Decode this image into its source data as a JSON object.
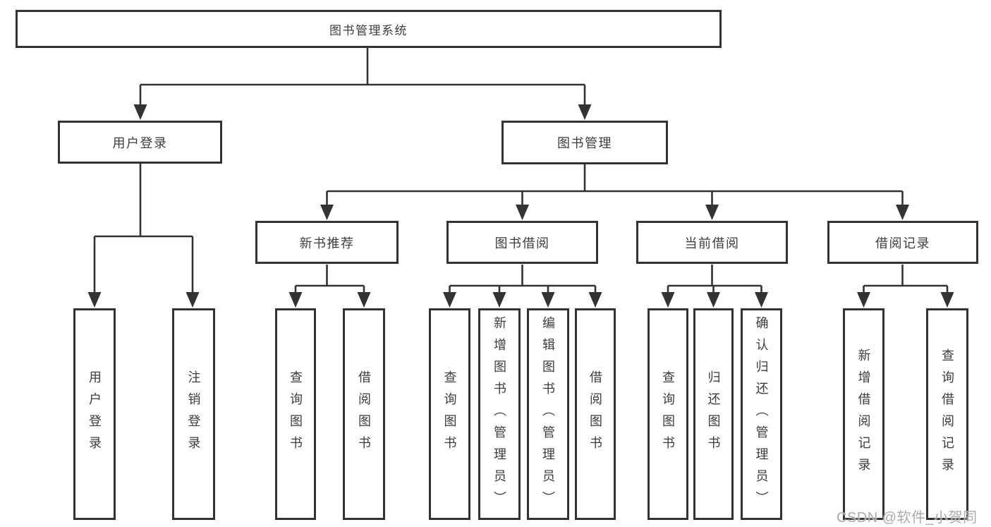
{
  "diagram": {
    "root_label": "图书管理系统",
    "level2": {
      "user_login": "用户登录",
      "book_mgmt": "图书管理"
    },
    "level3": {
      "new_books": "新书推荐",
      "book_borrow": "图书借阅",
      "current_borrow": "当前借阅",
      "borrow_records": "借阅记录"
    },
    "leaves": {
      "user_login": [
        "用户登录",
        "注销登录"
      ],
      "new_books": [
        "查询图书",
        "借阅图书"
      ],
      "book_borrow": [
        "查询图书",
        "新增图书（管理员）",
        "编辑图书（管理员）",
        "借阅图书"
      ],
      "current_borrow": [
        "查询图书",
        "归还图书",
        "确认归还（管理员）"
      ],
      "borrow_records": [
        "新增借阅记录",
        "查询借阅记录"
      ]
    }
  },
  "watermark": "CSDN @软件_小贺同学",
  "colors": {
    "line": "#333333",
    "text": "#3d3d3d",
    "watermark": "#ababab",
    "background": "#ffffff"
  }
}
